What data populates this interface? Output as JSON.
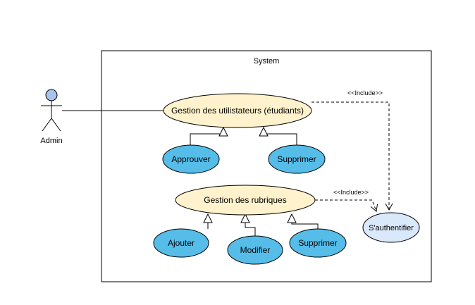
{
  "system": {
    "title": "System"
  },
  "actor": {
    "name": "Admin",
    "icon": "stick-figure-actor"
  },
  "use_cases": {
    "gestion_utilisateurs": "Gestion des utilistateurs (étudiants)",
    "approuver": "Approuver",
    "supprimer_utilisateur": "Supprimer",
    "gestion_rubriques": "Gestion des rubriques",
    "ajouter": "Ajouter",
    "modifier": "Modifier",
    "supprimer_rubrique": "Supprimer",
    "authentifier": "S'authentifier"
  },
  "relations": {
    "include_1": "<<Include>>",
    "include_2": "<<Include>>"
  },
  "colors": {
    "primary_usecase_fill": "#fff2cc",
    "secondary_usecase_fill": "#56bde9",
    "auth_usecase_fill": "#dae8fc",
    "actor_head_fill": "#a9c4eb",
    "stroke": "#000000"
  }
}
